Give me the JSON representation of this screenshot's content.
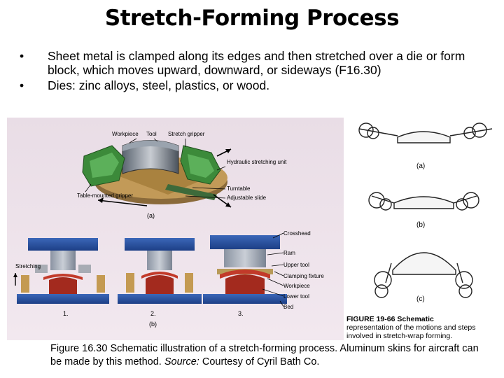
{
  "slide": {
    "title": "Stretch-Forming Process",
    "bullets": [
      "Sheet metal is clamped along its edges and then stretched over a die or form block, which moves upward, downward, or sideways (F16.30)",
      "Dies: zinc alloys, steel, plastics, or wood."
    ],
    "bullet_symbol": "•"
  },
  "figure_a": {
    "labels": {
      "workpiece": "Workpiece",
      "tool": "Tool",
      "stretch_gripper": "Stretch gripper",
      "hydraulic_unit": "Hydraulic stretching unit",
      "turntable": "Turntable",
      "adjustable_slide": "Adjustable slide",
      "table_gripper": "Table-mounted gripper",
      "sub_a": "(a)"
    }
  },
  "figure_b": {
    "labels": {
      "crosshead": "Crosshead",
      "ram": "Ram",
      "upper_tool": "Upper tool",
      "clamping_fixture": "Clamping fixture",
      "workpiece": "Workpiece",
      "lower_tool": "Lower tool",
      "bed": "Bed",
      "stretching": "Stretching",
      "step1": "1.",
      "step2": "2.",
      "step3": "3.",
      "sub_b": "(b)"
    }
  },
  "figure_19_66": {
    "sub_a": "(a)",
    "sub_b": "(b)",
    "sub_c": "(c)",
    "caption_line1": "FIGURE 19-66   Schematic",
    "caption_line2": "representation of the motions and steps",
    "caption_line3": "involved in stretch-wrap forming."
  },
  "caption": {
    "main": "Figure 16.30  Schematic illustration of a stretch-forming process.  Aluminum skins for aircraft can be made by this method.  ",
    "source_label": "Source:",
    "source_text": "  Courtesy of Cyril Bath Co."
  }
}
